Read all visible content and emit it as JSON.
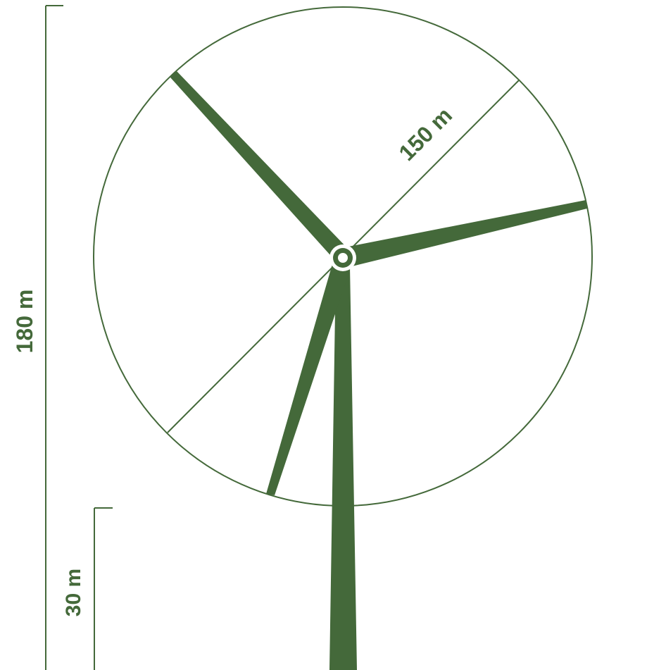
{
  "colors": {
    "turbine": "#44693a",
    "line": "#44693a",
    "background": "#ffffff"
  },
  "labels": {
    "total_height": "180 m",
    "rotor_diameter": "150 m",
    "ground_clearance": "30 m"
  }
}
